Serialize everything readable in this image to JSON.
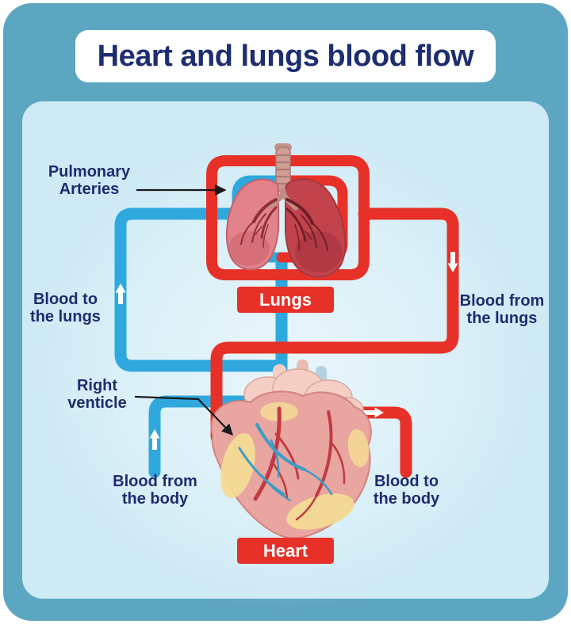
{
  "title": "Heart and lungs blood flow",
  "annotations": {
    "pulmonary_arteries": {
      "line1": "Pulmonary",
      "line2": "Arteries"
    },
    "blood_to_lungs": {
      "line1": "Blood to",
      "line2": "the lungs"
    },
    "blood_from_lungs": {
      "line1": "Blood from",
      "line2": "the lungs"
    },
    "right_ventricle": {
      "line1": "Right",
      "line2": "venticle"
    },
    "blood_from_body": {
      "line1": "Blood from",
      "line2": "the body"
    },
    "blood_to_body": {
      "line1": "Blood to",
      "line2": "the body"
    }
  },
  "tags": {
    "lungs": "Lungs",
    "heart": "Heart"
  },
  "colors": {
    "frame": "#5da6c2",
    "panel": "#cdeaf5",
    "title_text": "#1d2d6f",
    "label_text": "#1d2d6f",
    "tube_blue": "#2fa9dd",
    "tube_red": "#e73128",
    "tag_bg": "#e73128",
    "tag_text": "#ffffff",
    "pointer": "#1a1a1a"
  }
}
